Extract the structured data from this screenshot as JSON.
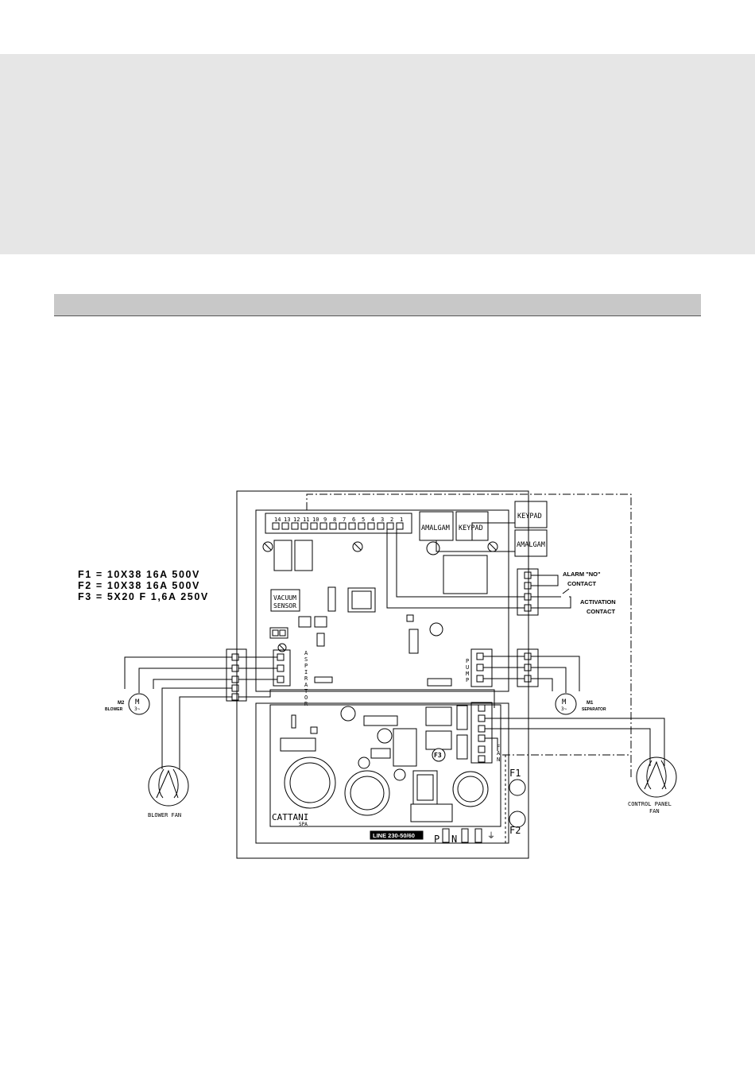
{
  "fuses": [
    {
      "text": "F1 = 10X38 16A 500V"
    },
    {
      "text": "F2 = 10X38 16A 500V"
    },
    {
      "text": "F3 = 5X20 F 1,6A 250V"
    }
  ],
  "board": {
    "terminal_numbers": [
      "14",
      "13",
      "12",
      "11",
      "10",
      "9",
      "8",
      "7",
      "6",
      "5",
      "4",
      "3",
      "2",
      "1"
    ],
    "amalgam_on_board": "AMALGAM",
    "keypad_on_board": "KEYPAD",
    "vacuum_sensor_line1": "VACUUM",
    "vacuum_sensor_line2": "SENSOR",
    "aspirator_letters": [
      "A",
      "S",
      "P",
      "I",
      "R",
      "A",
      "T",
      "O",
      "R"
    ],
    "pump_letters": [
      "P",
      "U",
      "M",
      "P"
    ],
    "fan_letters": [
      "F",
      "A",
      "N"
    ],
    "f3_label": "F3",
    "brand": "CATTANI",
    "brand_sub": "SPA",
    "line_label": "LINE 230-50/60",
    "p_label": "P",
    "n_label": "N",
    "ground_symbol": "⏚"
  },
  "external": {
    "keypad": "KEYPAD",
    "amalgam": "AMALGAM",
    "alarm_line1": "ALARM \"NO\"",
    "alarm_line2": "CONTACT",
    "activation_line1": "ACTIVATION",
    "activation_line2": "CONTACT",
    "f1": "F1",
    "f2": "F2"
  },
  "motors": {
    "m2_label": "M2",
    "m2_name": "BLOWER",
    "m1_label": "M1",
    "m1_name": "SEPARATOR",
    "motor_symbol": "M",
    "motor_sub": "3~"
  },
  "fans": {
    "blower_fan": "BLOWER FAN",
    "control_panel_line1": "CONTROL PANEL",
    "control_panel_line2": "FAN"
  }
}
